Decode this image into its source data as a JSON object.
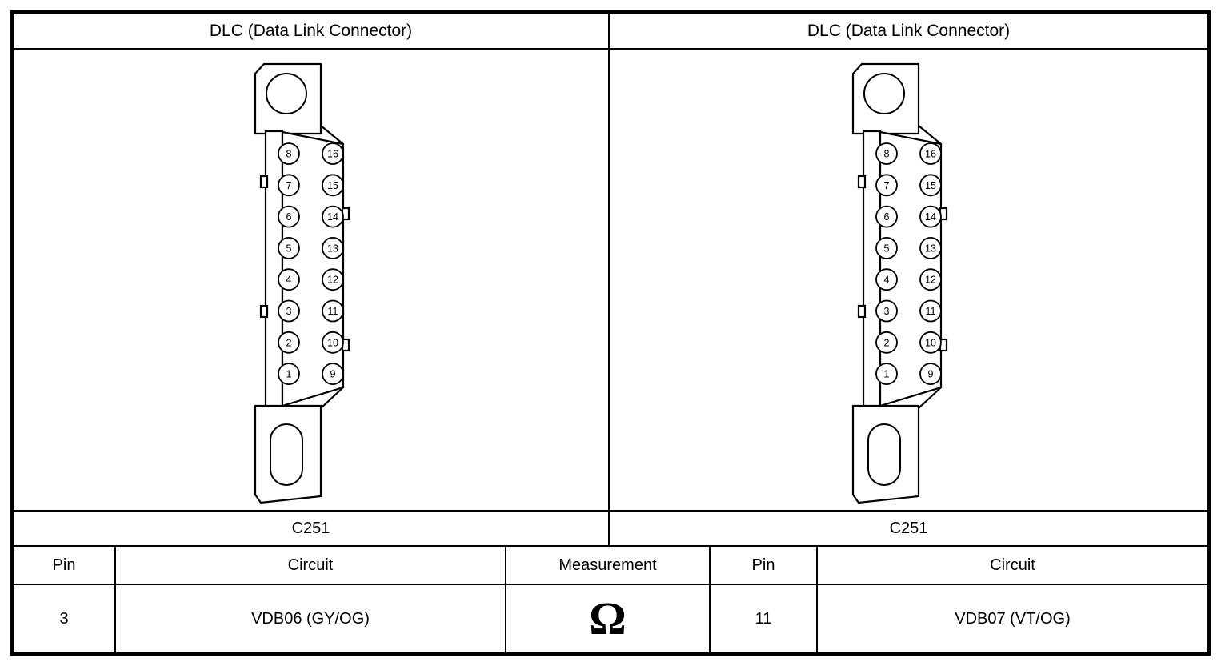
{
  "panels": [
    {
      "header": "DLC (Data Link Connector)",
      "connector_label": "C251"
    },
    {
      "header": "DLC (Data Link Connector)",
      "connector_label": "C251"
    }
  ],
  "connector": {
    "pins_left": [
      "8",
      "7",
      "6",
      "5",
      "4",
      "3",
      "2",
      "1"
    ],
    "pins_right": [
      "16",
      "15",
      "14",
      "13",
      "12",
      "11",
      "10",
      "9"
    ]
  },
  "measurement_table": {
    "headers": [
      "Pin",
      "Circuit",
      "Measurement",
      "Pin",
      "Circuit"
    ],
    "row": {
      "left_pin": "3",
      "left_circuit": "VDB06 (GY/OG)",
      "measurement_symbol": "Ω",
      "right_pin": "11",
      "right_circuit": "VDB07 (VT/OG)"
    }
  },
  "colors": {
    "border": "#000000",
    "background": "#ffffff",
    "text": "#000000"
  }
}
